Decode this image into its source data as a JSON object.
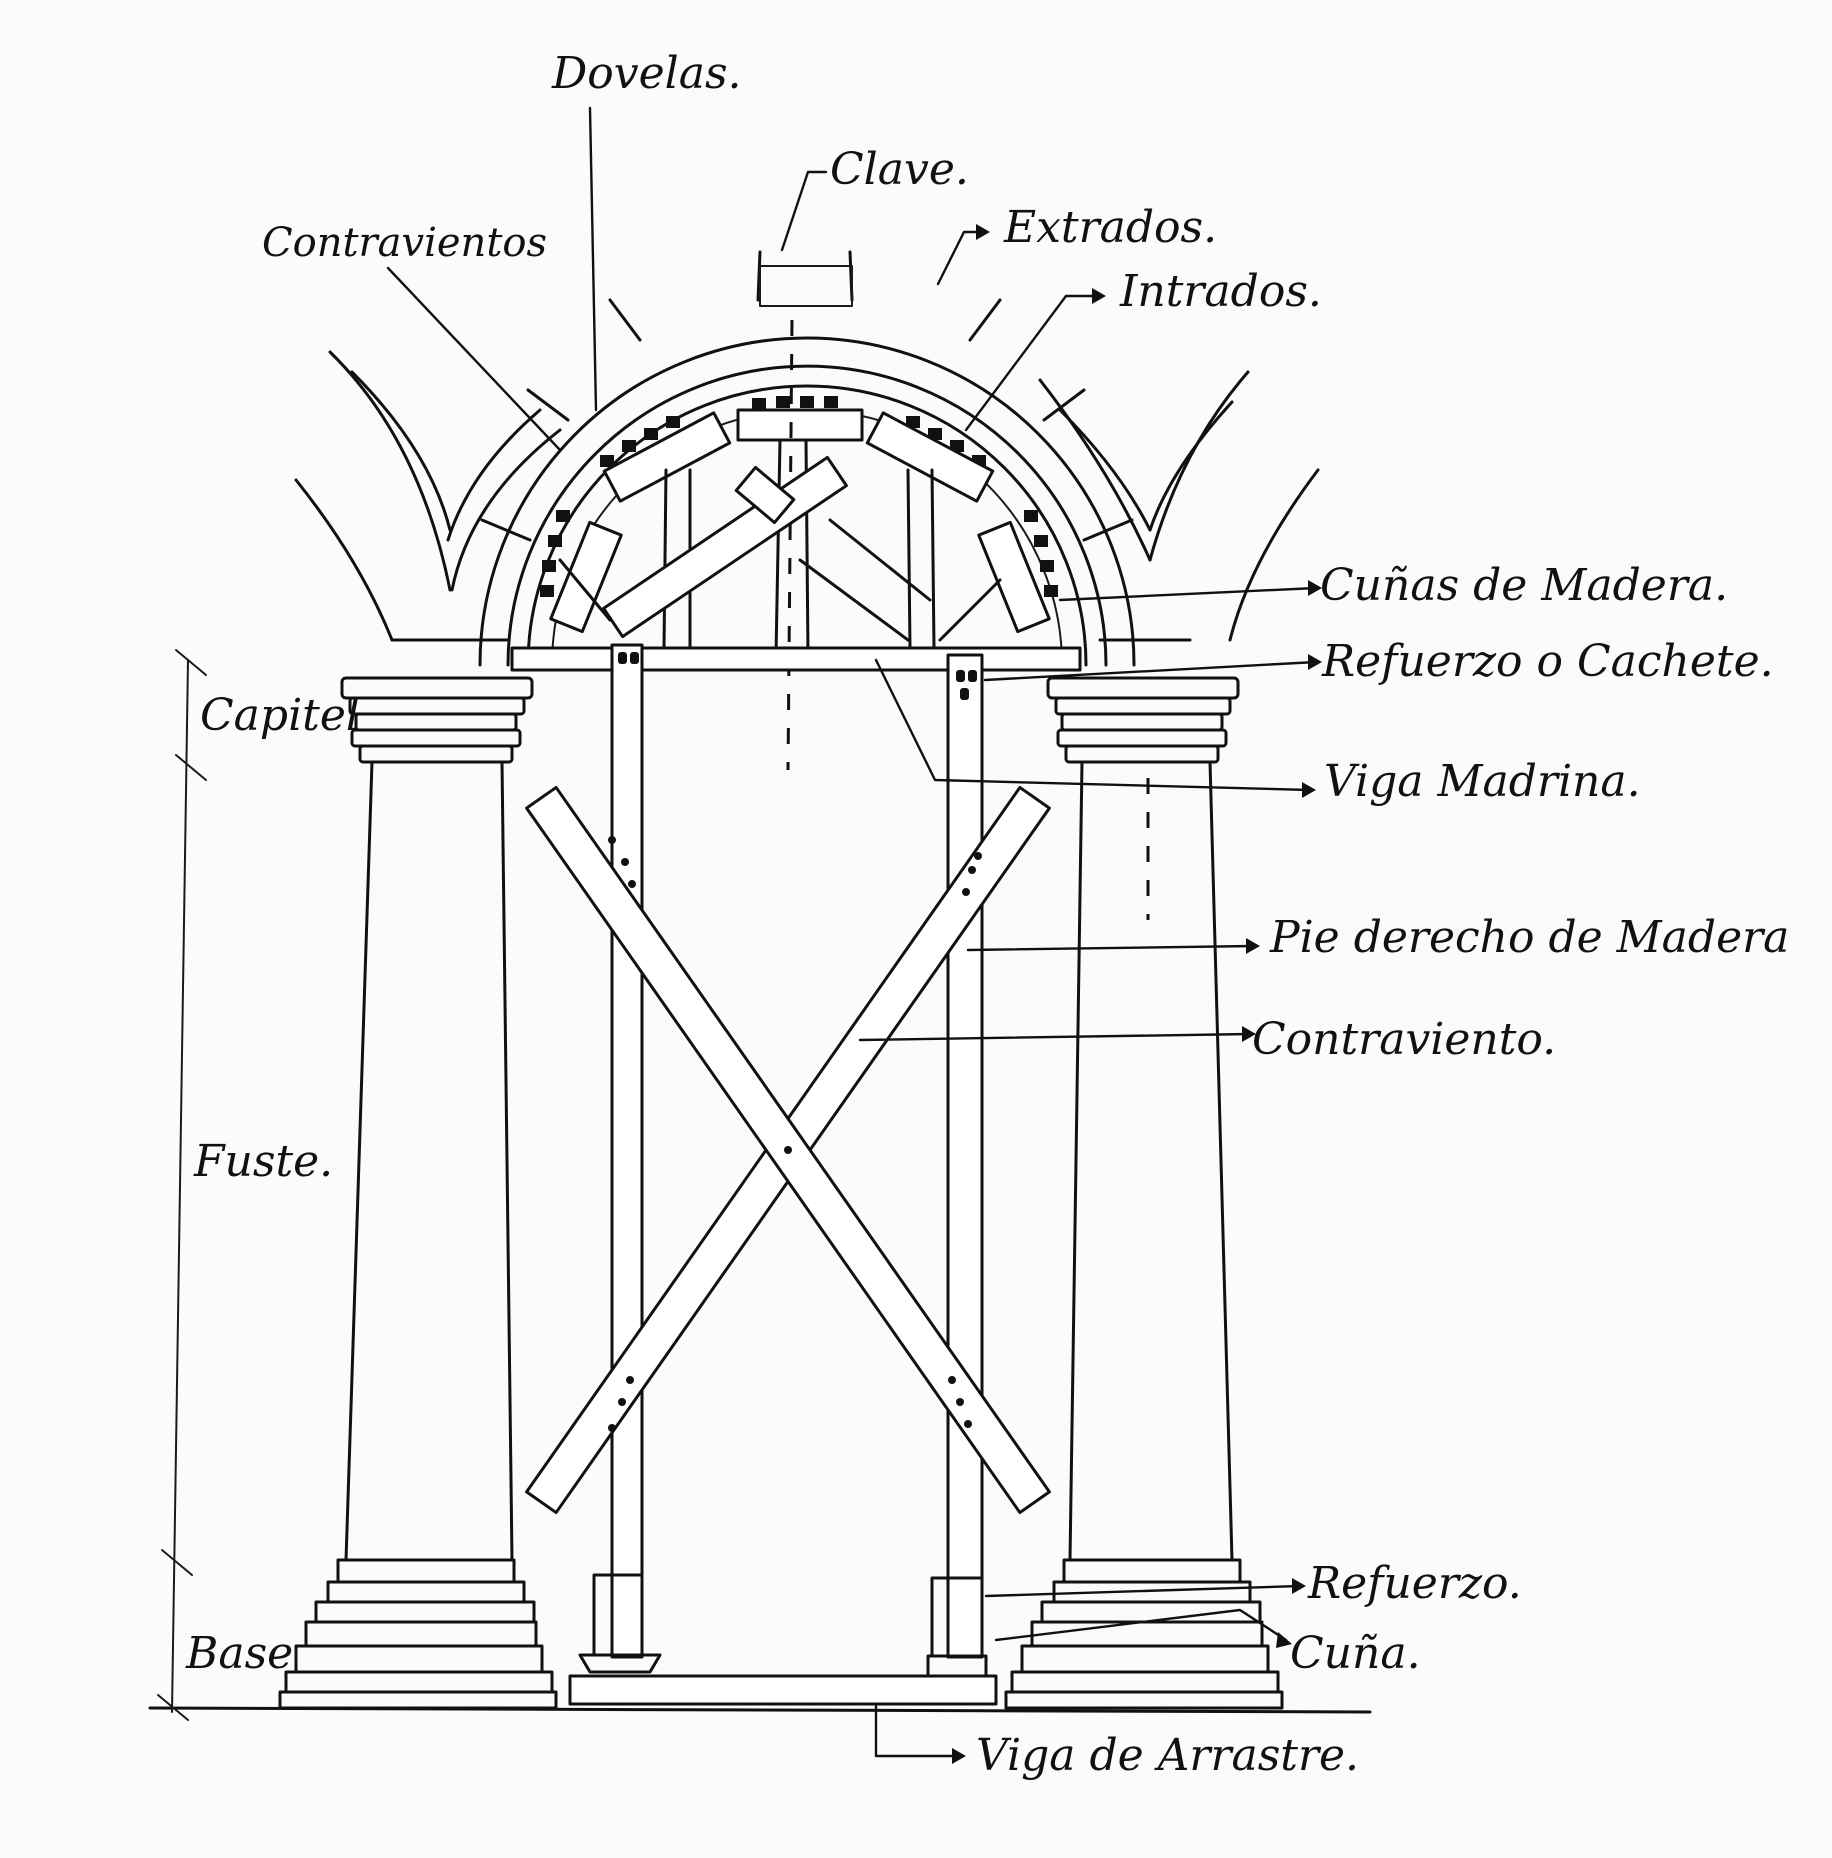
{
  "labels": {
    "dovelas": "Dovelas.",
    "clave": "Clave.",
    "extrados": "Extrados.",
    "intrados": "Intrados.",
    "contravientos": "Contravientos",
    "cunas_de_madera": "Cuñas de Madera.",
    "refuerzo_o_cachete": "Refuerzo o Cachete.",
    "viga_madrina": "Viga Madrina.",
    "pie_derecho_de_madera": "Pie derecho de Madera",
    "contraviento": "Contraviento.",
    "refuerzo": "Refuerzo.",
    "cuna": "Cuña.",
    "viga_de_arrastre": "Viga de Arrastre.",
    "capitel": "Capitel",
    "fuste": "Fuste.",
    "base": "Base"
  },
  "colors": {
    "ink": "#111111",
    "paper": "#fbfbfa"
  }
}
